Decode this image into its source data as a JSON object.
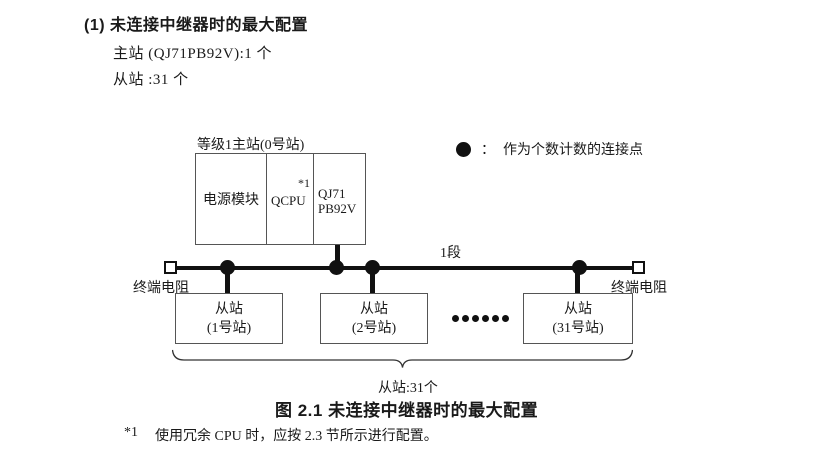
{
  "page": {
    "heading": "(1) 未连接中继器时的最大配置",
    "master_count_line": "主站 (QJ71PB92V):1 个",
    "slave_count_line": "从站 :31 个",
    "caption": "图 2.1 未连接中继器时的最大配置",
    "footnote_marker": "*1",
    "footnote_text": "使用冗余 CPU 时，应按 2.3 节所示进行配置。"
  },
  "diagram": {
    "master_label": "等级1主站(0号站)",
    "master_modules": {
      "power": "电源模块",
      "cpu": "QCPU",
      "cpu_note": "*1",
      "interface_line1": "QJ71",
      "interface_line2": "PB92V"
    },
    "legend": {
      "symbol": "connection-point-dot",
      "separator": "：",
      "text": "作为个数计数的连接点"
    },
    "segment_label": "1段",
    "terminator_left_label": "终端电阻",
    "terminator_right_label": "终端电阻",
    "slaves": [
      {
        "line1": "从站",
        "line2": "(1号站)"
      },
      {
        "line1": "从站",
        "line2": "(2号站)"
      },
      {
        "line1": "从站",
        "line2": "(31号站)"
      }
    ],
    "brace_label": "从站:31个",
    "colors": {
      "line": "#111111",
      "box_border": "#555555",
      "text": "#1a1a1a",
      "background": "#ffffff"
    }
  }
}
